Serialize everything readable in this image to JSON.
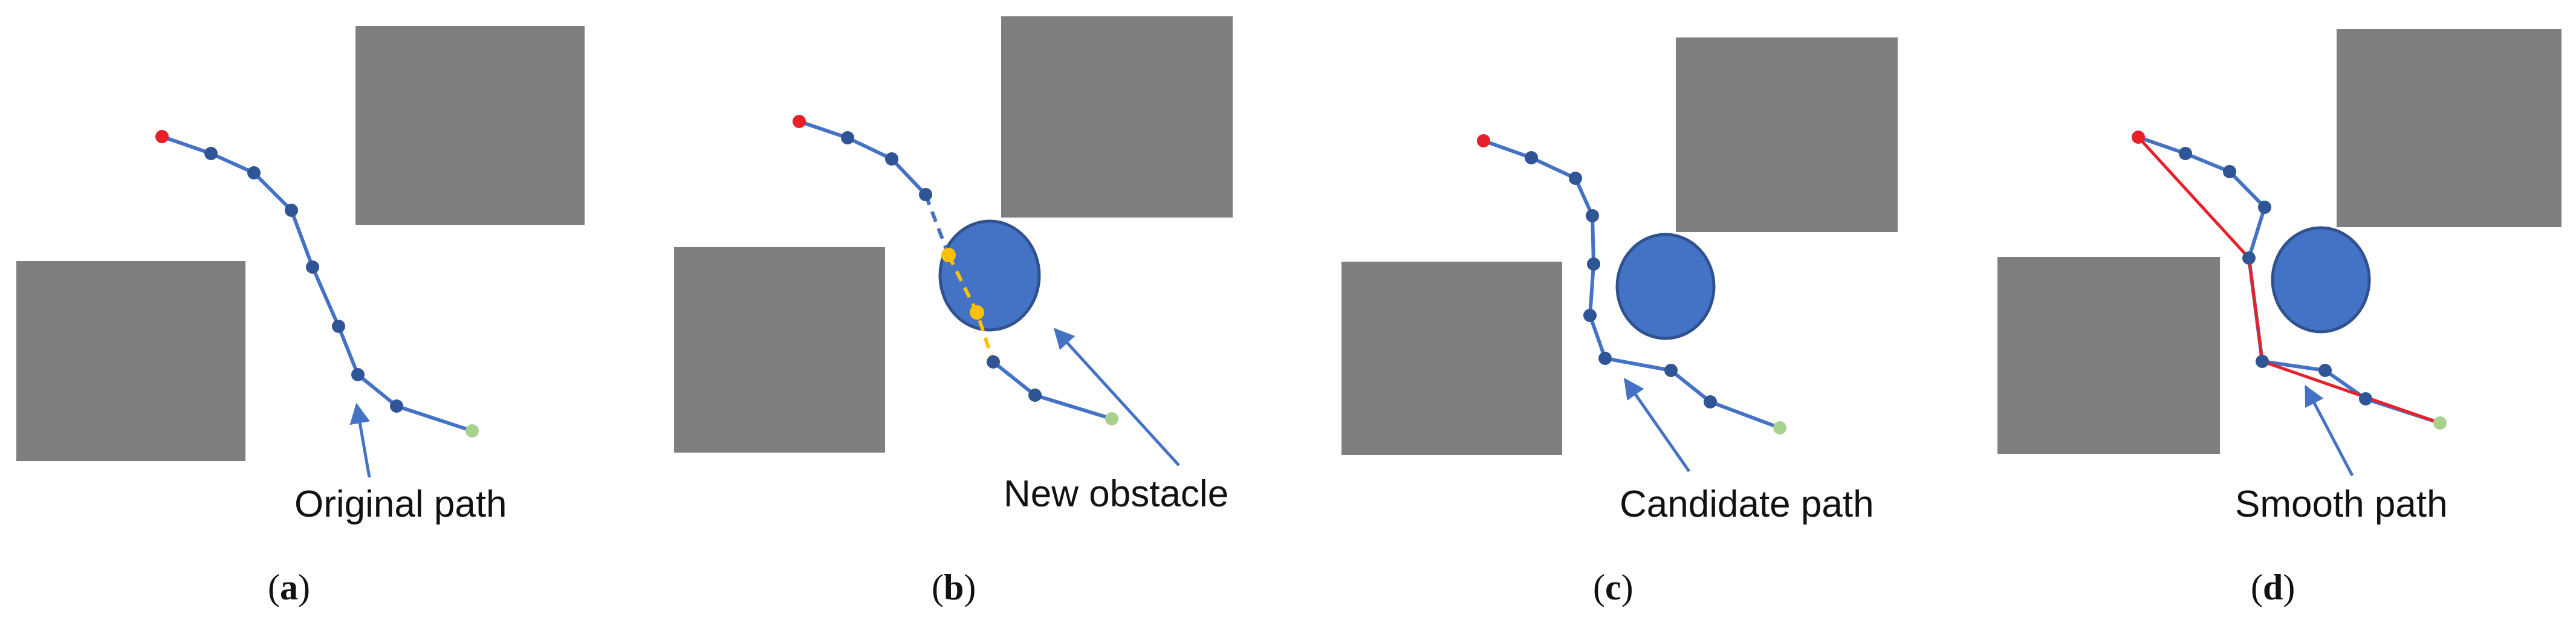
{
  "colors": {
    "obstacle_fill": "#7f7f7f",
    "new_obstacle_fill": "#4472c4",
    "new_obstacle_stroke": "#2f528f",
    "path_line": "#4472c4",
    "path_node": "#2f5597",
    "start_node": "#e8202a",
    "goal_node": "#a9d18e",
    "blocked_node": "#ffc000",
    "smooth_line": "#e8202a",
    "arrow": "#4472c4"
  },
  "panels": [
    {
      "id": "a",
      "label": "Original path",
      "caption": {
        "open": "(",
        "letter": "a",
        "close": ")"
      }
    },
    {
      "id": "b",
      "label": "New obstacle",
      "caption": {
        "open": "(",
        "letter": "b",
        "close": ")"
      }
    },
    {
      "id": "c",
      "label": "Candidate path",
      "caption": {
        "open": "(",
        "letter": "c",
        "close": ")"
      }
    },
    {
      "id": "d",
      "label": "Smooth path",
      "caption": {
        "open": "(",
        "letter": "d",
        "close": ")"
      }
    }
  ]
}
